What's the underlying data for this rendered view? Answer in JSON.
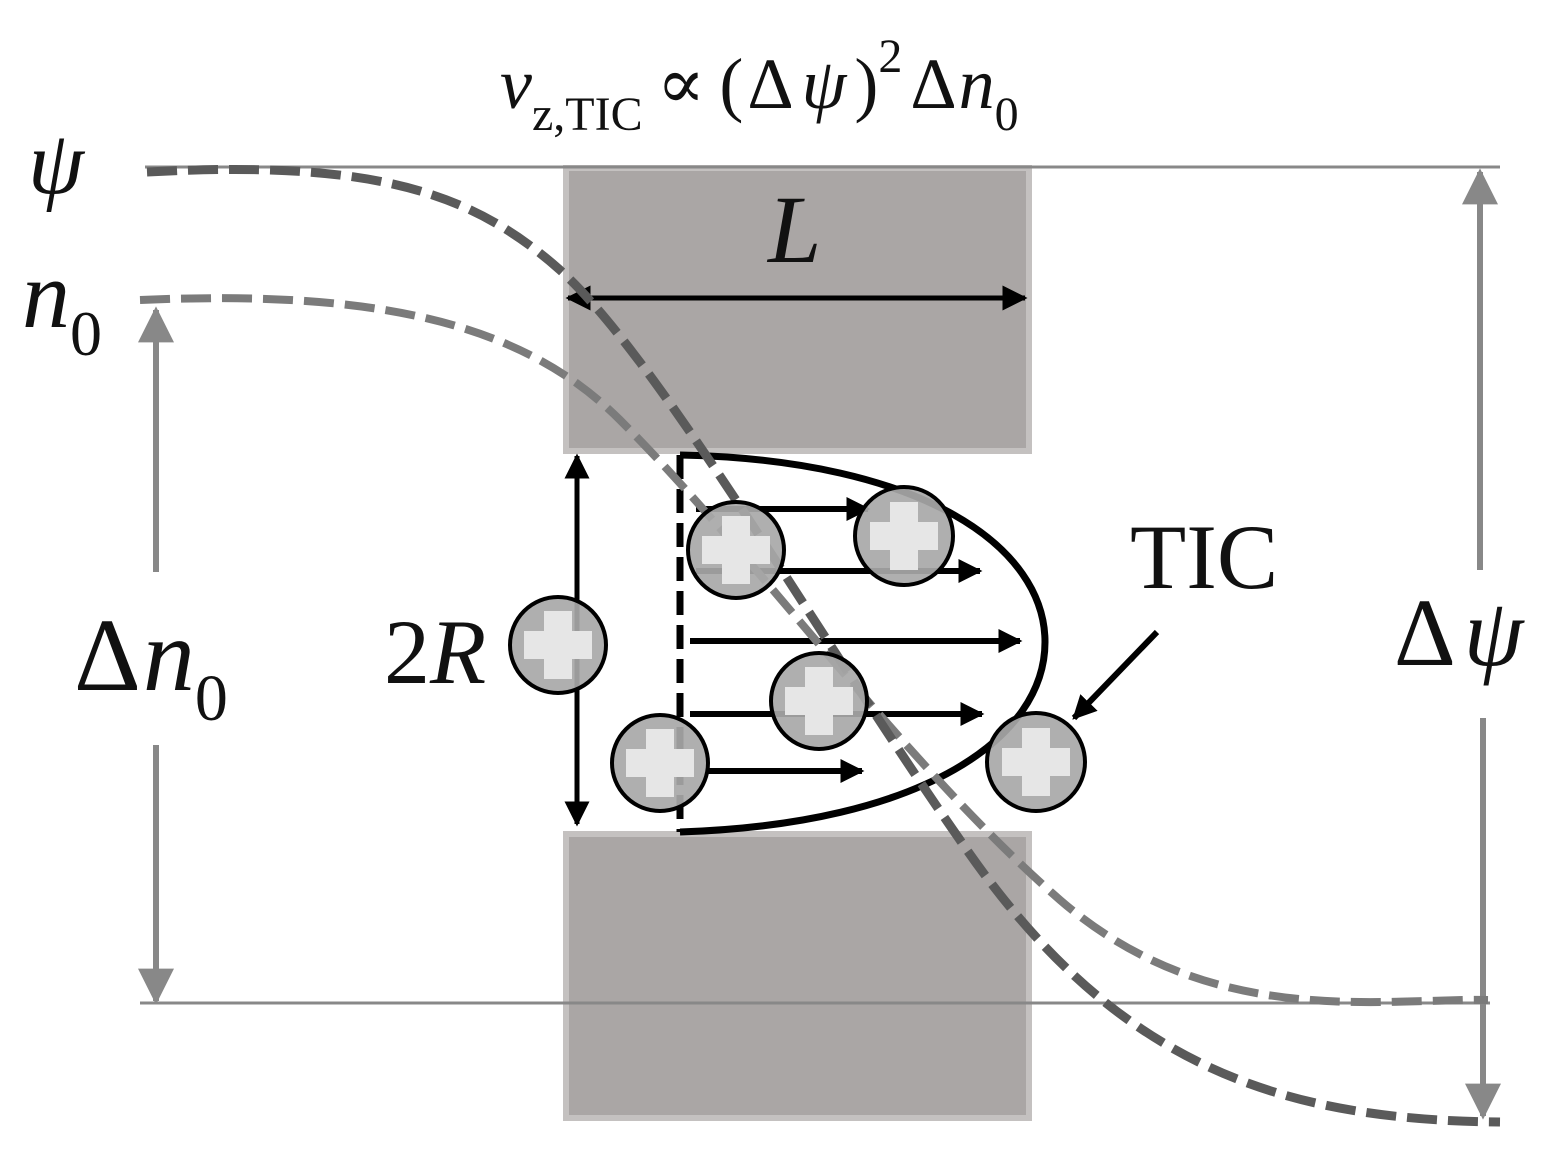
{
  "formula": {
    "v": "v",
    "v_sub": "z,TIC",
    "prop": "∝",
    "lparen": "(",
    "delta": "Δ",
    "psi": "ψ",
    "rparen": ")",
    "exp": "2",
    "delta2": "Δ",
    "n": "n",
    "n_sub": "0"
  },
  "labels": {
    "psi": "ψ",
    "n0_main": "n",
    "n0_sub": "0",
    "L": "L",
    "two": "2",
    "R": "R",
    "tic": "TIC",
    "dn0_delta": "Δ",
    "dn0_n": "n",
    "dn0_sub": "0",
    "dpsi_delta": "Δ",
    "dpsi_psi": "ψ"
  },
  "ion_symbol": "+",
  "colors": {
    "wall": "#aaa6a5",
    "wall_edge": "#c4c1c0",
    "psi_curve": "#5a5a5a",
    "n0_curve": "#7b7b7b",
    "guide_line": "#888888",
    "ion_fill": "#a8a8a8",
    "ion_plus": "#e6e6e6",
    "flow": "#000000"
  }
}
